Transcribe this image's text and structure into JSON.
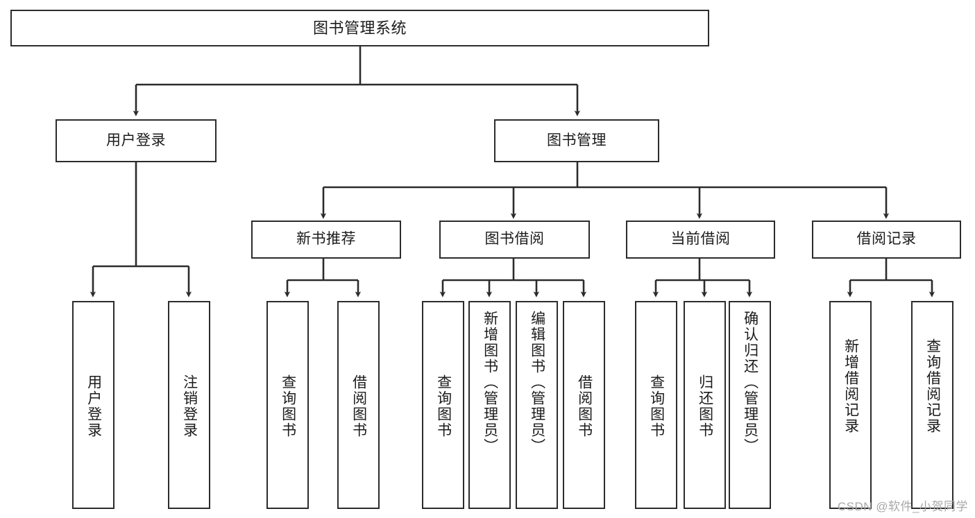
{
  "diagram": {
    "title": "图书管理系统",
    "watermark": "CSDN @软件_小贺同学",
    "line_color": "#2b2b2b",
    "box_border_color": "#2b2b2b",
    "background_color": "#ffffff",
    "text_color": "#1b1b1b",
    "watermark_color": "#a8a8a8"
  },
  "nodes": {
    "root": {
      "label": "图书管理系统"
    },
    "level2": [
      {
        "label": "用户登录"
      },
      {
        "label": "图书管理"
      }
    ],
    "level3": [
      {
        "label": "新书推荐"
      },
      {
        "label": "图书借阅"
      },
      {
        "label": "当前借阅"
      },
      {
        "label": "借阅记录"
      }
    ],
    "leaves": {
      "user_login": [
        {
          "label": "用户登录"
        },
        {
          "label": "注销登录"
        }
      ],
      "new_book_recommend": [
        {
          "label": "查询图书"
        },
        {
          "label": "借阅图书"
        }
      ],
      "book_borrow": [
        {
          "label": "查询图书"
        },
        {
          "label": "新增图书（管理员）"
        },
        {
          "label": "编辑图书（管理员）"
        },
        {
          "label": "借阅图书"
        }
      ],
      "current_borrow": [
        {
          "label": "查询图书"
        },
        {
          "label": "归还图书"
        },
        {
          "label": "确认归还（管理员）"
        }
      ],
      "borrow_record": [
        {
          "label": "新增借阅记录"
        },
        {
          "label": "查询借阅记录"
        }
      ]
    }
  }
}
